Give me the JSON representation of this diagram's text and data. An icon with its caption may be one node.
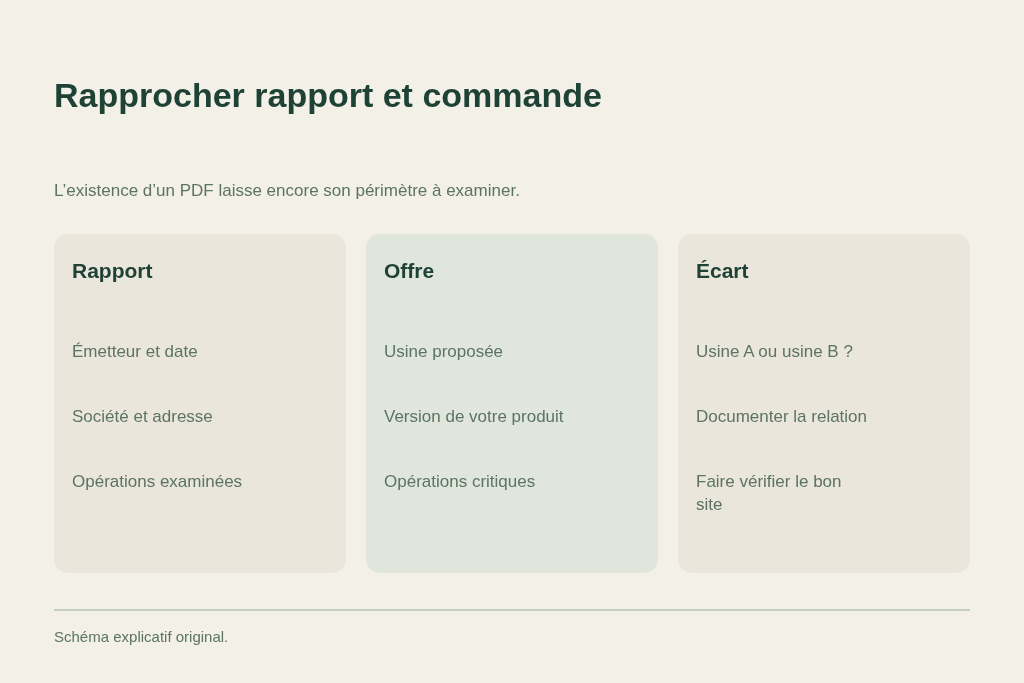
{
  "diagram": {
    "title": "Rapprocher rapport et commande",
    "caption": "Schéma explicatif original.",
    "nodes": [
      {
        "text": [
          "Rapport",
          "Émetteur et date",
          "Société et adresse",
          "Opérations examinées"
        ]
      },
      {
        "text": [
          "Offre",
          "Usine proposée",
          "Version de votre produit",
          "Opérations critiques"
        ]
      },
      {
        "text": [
          "Écart",
          "Usine A ou usine B ?",
          "Documenter la relation",
          "Faire vérifier le bon site"
        ]
      }
    ],
    "labels": [
      "L’existence d’un PDF laisse encore son périmètre à examiner."
    ]
  }
}
